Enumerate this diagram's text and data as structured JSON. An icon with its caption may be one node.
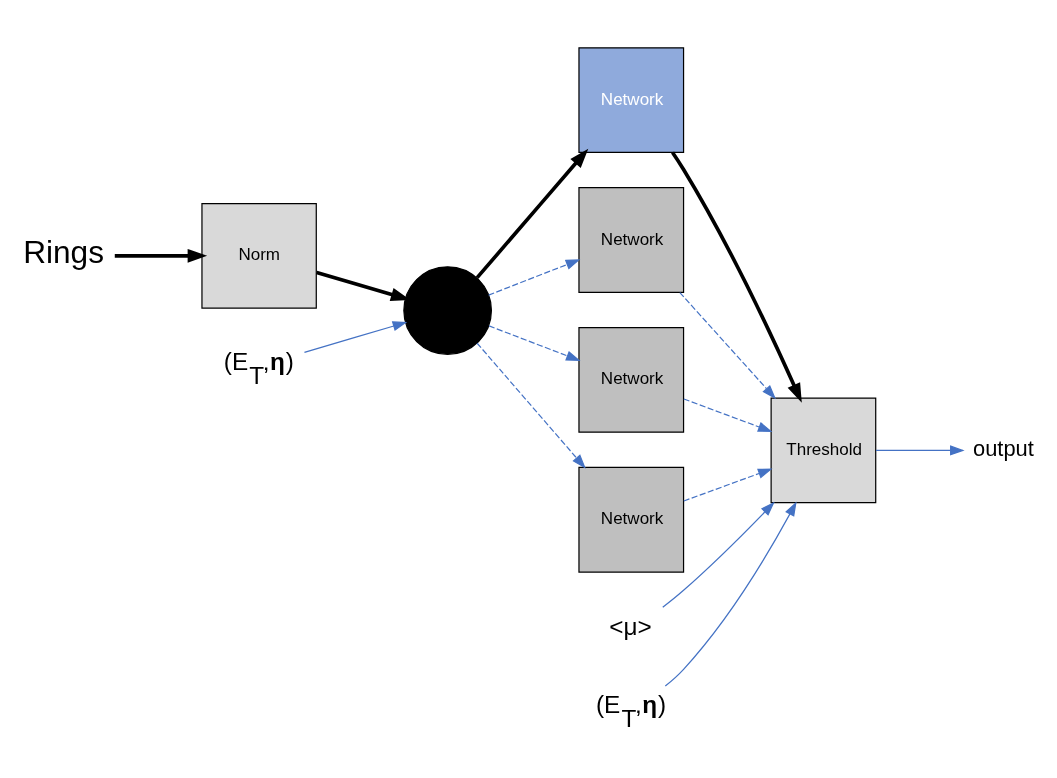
{
  "diagram": {
    "nodes": [
      {
        "text": [
          "Rings"
        ]
      },
      {
        "text": [
          "Norm"
        ]
      },
      {
        "text": [],
        "shape": "circle"
      },
      {
        "text": [
          "Network"
        ]
      },
      {
        "text": [
          "Network"
        ]
      },
      {
        "text": [
          "Network"
        ]
      },
      {
        "text": [
          "Network"
        ]
      },
      {
        "text": [
          "Threshold"
        ]
      },
      {
        "text": [
          "<μ>"
        ]
      },
      {
        "text": [
          "(E$_{T}$,**η**)"
        ]
      },
      {
        "text": [
          "(E$_{T}$,**η**)"
        ]
      },
      {
        "text": [
          "output"
        ]
      }
    ],
    "edges": [
      {
        "from": 0,
        "to": 1,
        "arrow": "to",
        "style": "thick",
        "color": "#000000"
      },
      {
        "from": 1,
        "to": 2,
        "arrow": "to",
        "style": "thick",
        "color": "#000000"
      },
      {
        "from": 2,
        "to": 3,
        "arrow": "to",
        "style": "thick",
        "color": "#000000"
      },
      {
        "from": 2,
        "to": 4,
        "arrow": "to",
        "style": "dashed"
      },
      {
        "from": 2,
        "to": 5,
        "arrow": "to",
        "style": "dashed"
      },
      {
        "from": 2,
        "to": 6,
        "arrow": "to",
        "style": "dashed"
      },
      {
        "from": 3,
        "to": 7,
        "arrow": "to",
        "style": "thick",
        "color": "#000000"
      },
      {
        "from": 4,
        "to": 7,
        "arrow": "to",
        "style": "dashed"
      },
      {
        "from": 5,
        "to": 7,
        "arrow": "to",
        "style": "dashed"
      },
      {
        "from": 6,
        "to": 7,
        "arrow": "to",
        "style": "dashed"
      },
      {
        "from": 8,
        "to": 7,
        "arrow": "to"
      },
      {
        "from": 9,
        "to": 2,
        "arrow": "to"
      },
      {
        "from": 10,
        "to": 7,
        "arrow": "to"
      },
      {
        "from": 7,
        "to": 11,
        "arrow": "to"
      }
    ]
  }
}
